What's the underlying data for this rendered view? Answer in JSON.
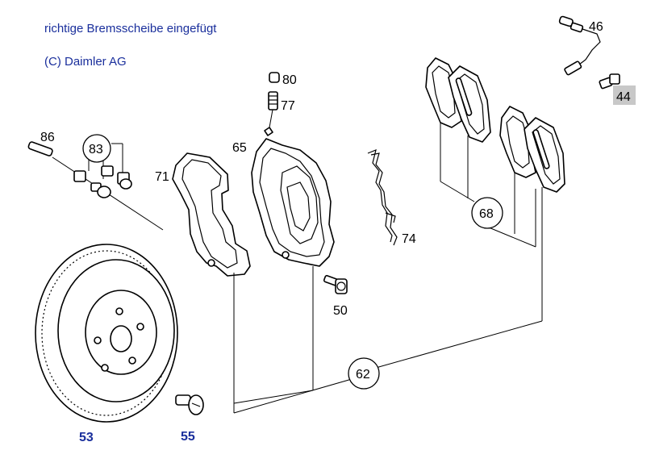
{
  "notes": {
    "correction": "richtige Bremsscheibe eingefügt",
    "copyright": "(C) Daimler AG"
  },
  "parts": {
    "p86": "86",
    "p83": "83",
    "p71": "71",
    "p65": "65",
    "p80": "80",
    "p77": "77",
    "p74": "74",
    "p46": "46",
    "p44": "44",
    "p68": "68",
    "p50": "50",
    "p62": "62",
    "p53": "53",
    "p55": "55"
  },
  "colors": {
    "note_text": "#1a2f9c",
    "highlight_box": "#c8c8c8",
    "line": "#000000"
  }
}
